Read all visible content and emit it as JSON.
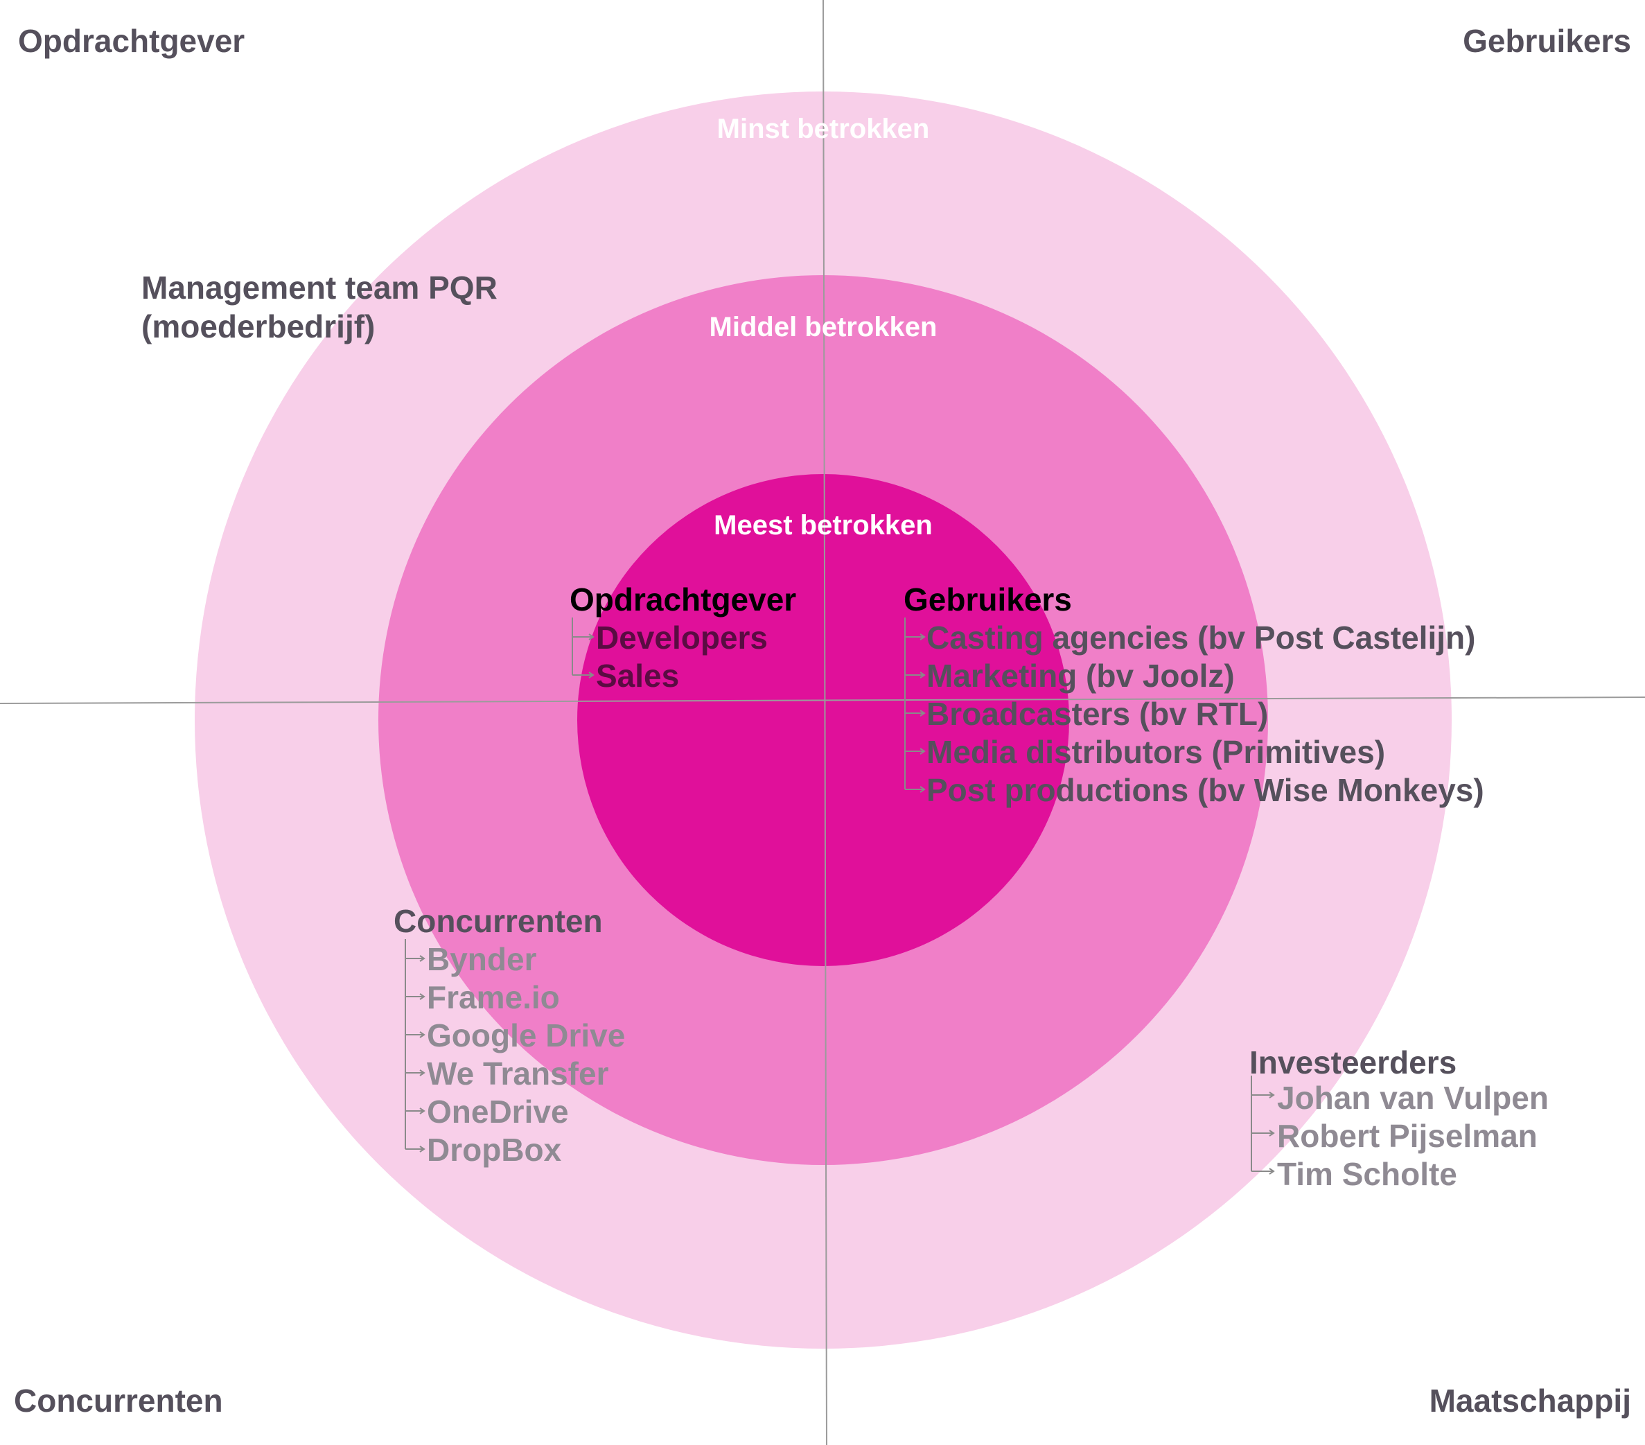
{
  "corners": {
    "top_left": "Opdrachtgever",
    "top_right": "Gebruikers",
    "bottom_left": "Concurrenten",
    "bottom_right": "Maatschappij"
  },
  "rings": {
    "outer": "Minst betrokken",
    "middle": "Middel betrokken",
    "inner": "Meest betrokken"
  },
  "colors": {
    "outer_ring": "#f8cfe9",
    "middle_ring": "#f07fc8",
    "inner_ring": "#e0109a",
    "axis_line": "#9b9b9b"
  },
  "management": {
    "line1": "Management team PQR",
    "line2": "(moederbedrijf)"
  },
  "groups": {
    "opdrachtgever": {
      "title": "Opdrachtgever",
      "items": [
        "Developers",
        "Sales"
      ]
    },
    "gebruikers": {
      "title": "Gebruikers",
      "items": [
        "Casting agencies (bv Post Castelijn)",
        "Marketing (bv Joolz)",
        "Broadcasters (bv RTL)",
        "Media distributors (Primitives)",
        "Post productions (bv Wise Monkeys)"
      ]
    },
    "concurrenten": {
      "title": "Concurrenten",
      "items": [
        "Bynder",
        "Frame.io",
        "Google Drive",
        "We Transfer",
        "OneDrive",
        "DropBox"
      ]
    },
    "investeerders": {
      "title": "Investeerders",
      "items": [
        "Johan van Vulpen",
        "Robert Pijselman",
        "Tim Scholte"
      ]
    }
  }
}
